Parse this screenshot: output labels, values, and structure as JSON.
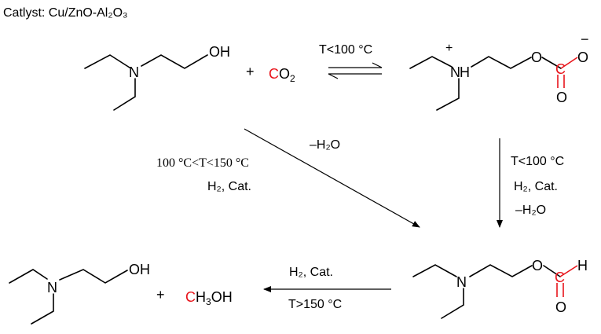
{
  "catalyst_label": "Catlyst: Cu/ZnO-Al₂O₃",
  "plus_sign": "+",
  "plus_sign_2": "+",
  "molecules": {
    "deaea_top": {
      "n": "N",
      "oh": "OH"
    },
    "co2": {
      "c": "C",
      "o2_o": "O",
      "o2_sub": "2"
    },
    "carbamate": {
      "n": "N",
      "h": "H",
      "plus": "+",
      "o_ether": "O",
      "c": "C",
      "o_minus": "O",
      "minus": "−",
      "o_double": "O"
    },
    "formate": {
      "n": "N",
      "o_ether": "O",
      "c": "C",
      "h": "H",
      "o_double": "O"
    },
    "deaea_bottom": {
      "n": "N",
      "oh": "OH"
    },
    "methanol": {
      "c": "C",
      "h3oh_h": "H",
      "h3oh_sub": "3",
      "h3oh_oh": "OH"
    }
  },
  "arrows": {
    "equilibrium": {
      "condition": "T<100 °C"
    },
    "diagonal": {
      "water": "–H₂O",
      "temp": "100 °C<T<150 °C",
      "reagent": "H₂, Cat."
    },
    "down": {
      "temp": "T<100 °C",
      "reagent": "H₂, Cat.",
      "water": "–H₂O"
    },
    "left": {
      "reagent": "H₂, Cat.",
      "temp": "T>150 °C"
    }
  },
  "colors": {
    "highlight": "#e8141b",
    "ink": "#000000"
  }
}
